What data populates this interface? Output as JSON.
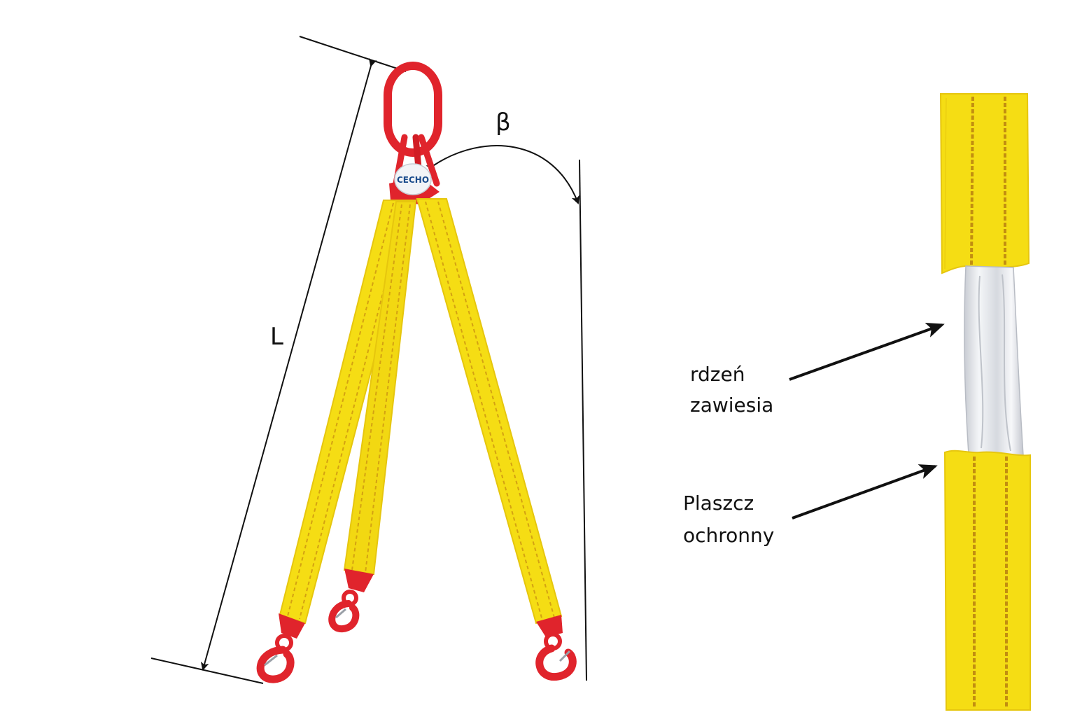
{
  "dimension_labels": {
    "length": "L",
    "angle": "β"
  },
  "tag": {
    "brand": "CECHO"
  },
  "callouts": {
    "core_line1": "rdzeń",
    "core_line2": "zawiesia",
    "sheath_line1": "Plaszcz",
    "sheath_line2": "ochronny"
  },
  "colors": {
    "sling_yellow": "#f5dd14",
    "sling_stripe": "#d4a212",
    "fitting_red": "#e0242c",
    "core_white": "#e8eaee",
    "line": "#111111",
    "background": "#ffffff"
  },
  "icons": {
    "hook": "lifting-hook-icon",
    "master_link": "master-link-icon"
  }
}
